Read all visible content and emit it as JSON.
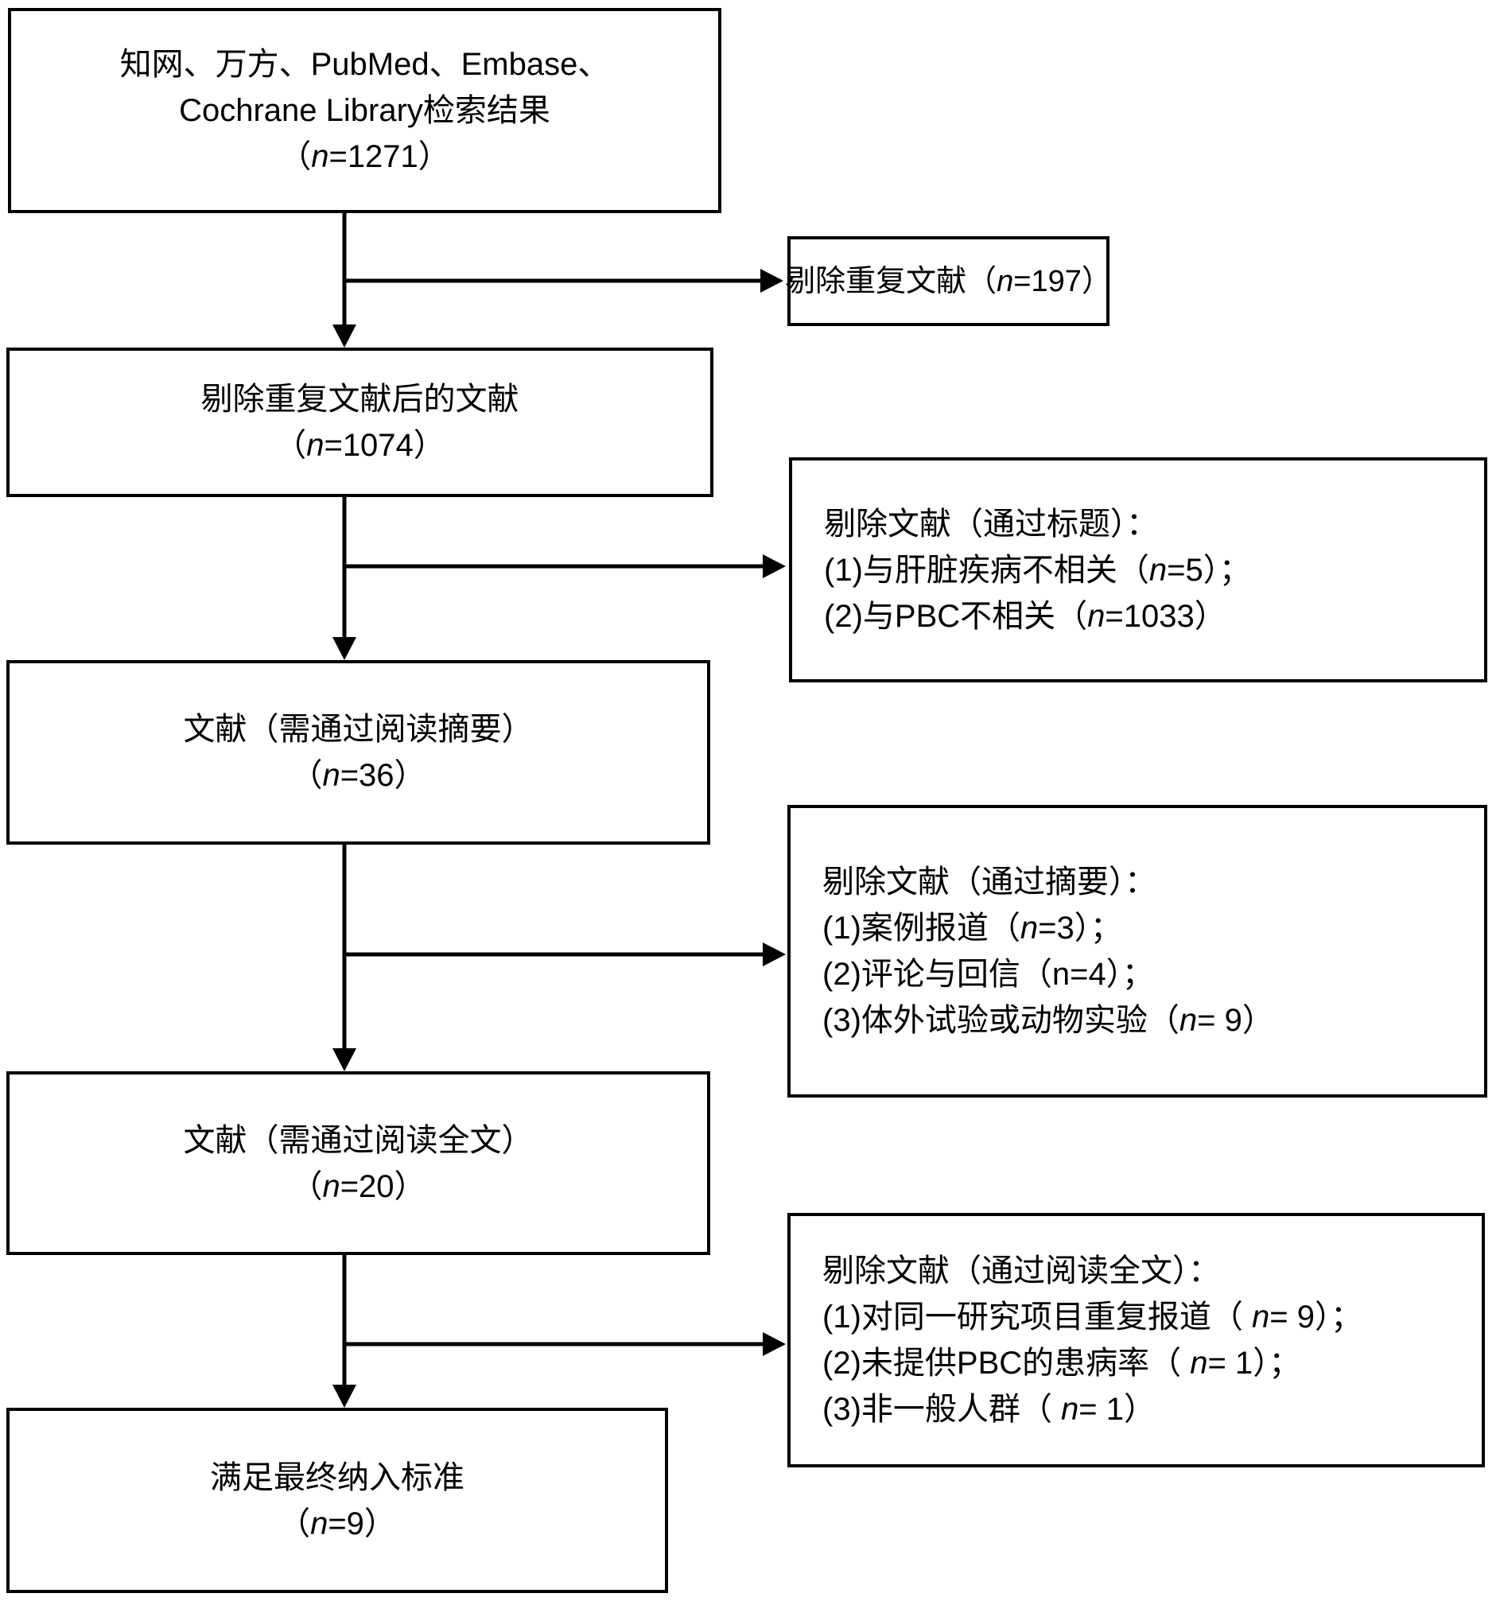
{
  "diagram": {
    "kind": "literature-screening-flowchart",
    "boxes": {
      "search_results": {
        "lines": [
          {
            "t": "知网、万方、PubMed、Embase、",
            "i": false
          },
          {
            "t": "Cochrane Library检索结果",
            "i": false
          },
          {
            "t": "（n=1271）",
            "i": true
          }
        ]
      },
      "excluded_duplicates": {
        "lines": [
          {
            "t": "剔除重复文献（n=197）",
            "i": true
          }
        ]
      },
      "after_dedup": {
        "lines": [
          {
            "t": "剔除重复文献后的文献",
            "i": false
          },
          {
            "t": "（n=1074）",
            "i": true
          }
        ]
      },
      "excluded_by_title": {
        "lines": [
          {
            "t": "剔除文献（通过标题）：",
            "i": false
          },
          {
            "t": "(1)与肝脏疾病不相关（n=5）；",
            "i": true
          },
          {
            "t": "(2)与PBC不相关（n=1033）",
            "i": true
          }
        ]
      },
      "abstract_screen": {
        "lines": [
          {
            "t": "文献（需通过阅读摘要）",
            "i": false
          },
          {
            "t": "（n=36）",
            "i": true
          }
        ]
      },
      "excluded_by_abstract": {
        "lines": [
          {
            "t": "剔除文献（通过摘要）：",
            "i": false
          },
          {
            "t": "(1)案例报道（n=3）；",
            "i": true
          },
          {
            "t": "(2)评论与回信（n=4）；",
            "i": false
          },
          {
            "t": "(3)体外试验或动物实验（n= 9）",
            "i": true
          }
        ]
      },
      "fulltext_screen": {
        "lines": [
          {
            "t": "文献（需通过阅读全文）",
            "i": false
          },
          {
            "t": "（n=20）",
            "i": true
          }
        ]
      },
      "excluded_by_fulltext": {
        "lines": [
          {
            "t": "剔除文献（通过阅读全文）：",
            "i": false
          },
          {
            "t": "(1)对同一研究项目重复报道（ n= 9）；",
            "i": true
          },
          {
            "t": "(2)未提供PBC的患病率（ n= 1）；",
            "i": true
          },
          {
            "t": "(3)非一般人群（ n= 1）",
            "i": true
          }
        ]
      },
      "final_included": {
        "lines": [
          {
            "t": "满足最终纳入标准",
            "i": false
          },
          {
            "t": "（n=9）",
            "i": true
          }
        ]
      }
    },
    "flow": [
      {
        "from": "search_results",
        "to": "after_dedup",
        "branch": "excluded_duplicates"
      },
      {
        "from": "after_dedup",
        "to": "abstract_screen",
        "branch": "excluded_by_title"
      },
      {
        "from": "abstract_screen",
        "to": "fulltext_screen",
        "branch": "excluded_by_abstract"
      },
      {
        "from": "fulltext_screen",
        "to": "final_included",
        "branch": "excluded_by_fulltext"
      }
    ],
    "colors": {
      "line": "#000000",
      "background": "#ffffff",
      "text": "#000000"
    }
  }
}
